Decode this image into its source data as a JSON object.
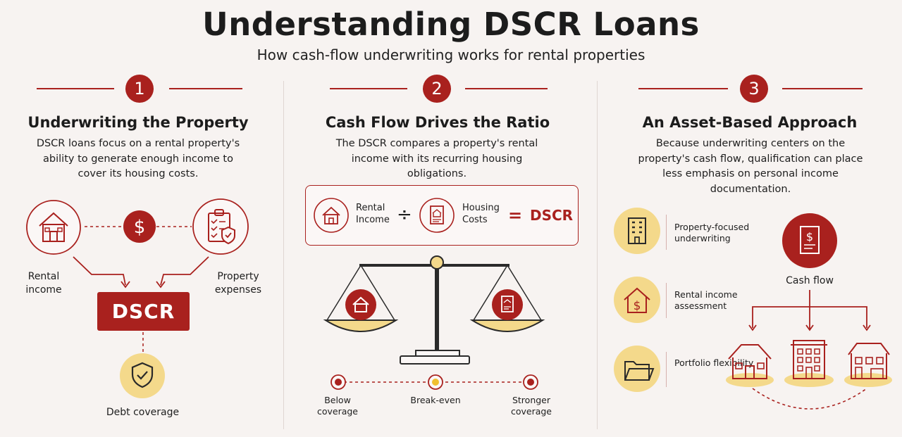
{
  "header": {
    "title": "Understanding DSCR Loans",
    "subtitle": "How cash-flow underwriting works for rental properties"
  },
  "sections": [
    {
      "number": "1",
      "title": "Underwriting the Property",
      "description": "DSCR loans focus on a rental property's ability to generate enough income to cover its housing costs.",
      "labels": {
        "rental_income": "Rental income",
        "property_expenses": "Property expenses",
        "dscr": "DSCR",
        "debt_coverage": "Debt coverage"
      }
    },
    {
      "number": "2",
      "title": "Cash Flow Drives the Ratio",
      "description": "The DSCR compares a property's rental income with its recurring housing obligations.",
      "formula": {
        "left": "Rental Income",
        "operator": "÷",
        "right": "Housing Costs",
        "equals": "=",
        "result": "DSCR"
      },
      "scale_points": [
        "Below coverage",
        "Break-even",
        "Stronger coverage"
      ]
    },
    {
      "number": "3",
      "title": "An Asset-Based Approach",
      "description": "Because underwriting centers on the property's cash flow, qualification can place less emphasis on personal income documentation.",
      "features": [
        "Property-focused underwriting",
        "Rental income assessment",
        "Portfolio flexibility"
      ],
      "cash_flow_label": "Cash flow"
    }
  ],
  "colors": {
    "accent": "#a9211e",
    "gold": "#f4d98b",
    "background": "#f7f3f1"
  }
}
